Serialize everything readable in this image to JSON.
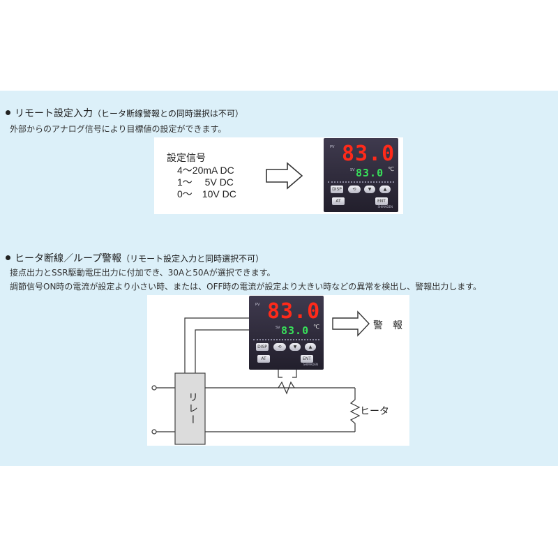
{
  "section1": {
    "title": "リモート設定入力",
    "note": "（ヒータ断線警報との同時選択は不可）",
    "description": "外部からのアナログ信号により目標値の設定ができます。",
    "signal_label": "設定信号",
    "signals": [
      "4～20mA DC",
      "1～　 5V DC",
      "0～　10V DC"
    ]
  },
  "section2": {
    "title": "ヒータ断線／ループ警報",
    "note": "（リモート設定入力と同時選択不可）",
    "description_1": "接点出力とSSR駆動電圧出力に付加でき、30Aと50Aが選択できます。",
    "description_2": "調節信号ON時の電流が設定より小さい時、または、OFF時の電流が設定より大きい時などの異常を検出し、警報出力します。",
    "alarm_label": "警　報",
    "relay_label": "リレー",
    "heater_label": "ヒータ"
  },
  "controller": {
    "pv_label": "PV",
    "sv_label": "SV",
    "pv_value": "83.0",
    "sv_value": "83.0",
    "unit": "℃",
    "buttons": {
      "disp": "DISP",
      "mode": "⟲",
      "down": "▼",
      "up": "▲",
      "at": "AT",
      "ent": "ENT"
    },
    "brand": "SHIMADEN"
  },
  "colors": {
    "panel": "#dcf0f9",
    "pv_digits": "#ff2a1a",
    "sv_digits": "#38e05a"
  }
}
